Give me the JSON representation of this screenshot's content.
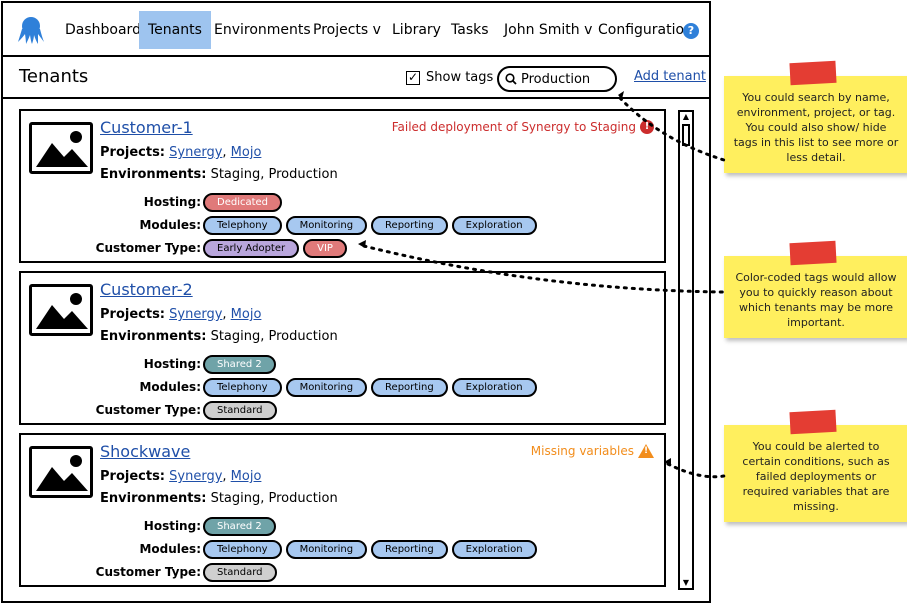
{
  "nav": {
    "items": [
      {
        "label": "Dashboard",
        "active": false
      },
      {
        "label": "Tenants",
        "active": true
      },
      {
        "label": "Environments",
        "active": false
      },
      {
        "label": "Projects v",
        "active": false
      },
      {
        "label": "Library",
        "active": false
      },
      {
        "label": "Tasks",
        "active": false
      },
      {
        "label": "John Smith v",
        "active": false
      },
      {
        "label": "Configuration",
        "active": false
      }
    ],
    "help_icon": "question-mark",
    "help_glyph": "?",
    "logo_icon": "octopus-logo"
  },
  "header": {
    "title": "Tenants",
    "show_tags_label": "Show tags",
    "show_tags_checked": true,
    "search_value": "Production",
    "add_tenant_label": "Add tenant"
  },
  "labels": {
    "projects": "Projects:",
    "environments": "Environments:",
    "hosting": "Hosting:",
    "modules": "Modules:",
    "customer_type": "Customer Type:"
  },
  "tenants": [
    {
      "name": "Customer-1",
      "projects": [
        "Synergy",
        "Mojo"
      ],
      "environments": "Staging, Production",
      "hosting": [
        {
          "label": "Dedicated",
          "color": "red"
        }
      ],
      "modules": [
        {
          "label": "Telephony",
          "color": "blue"
        },
        {
          "label": "Monitoring",
          "color": "blue"
        },
        {
          "label": "Reporting",
          "color": "blue"
        },
        {
          "label": "Exploration",
          "color": "blue"
        }
      ],
      "customer_type": [
        {
          "label": "Early Adopter",
          "color": "purple"
        },
        {
          "label": "VIP",
          "color": "red"
        }
      ],
      "alert": {
        "type": "error",
        "text": "Failed deployment of Synergy to Staging",
        "icon": "error-icon",
        "glyph": "!"
      }
    },
    {
      "name": "Customer-2",
      "projects": [
        "Synergy",
        "Mojo"
      ],
      "environments": "Staging, Production",
      "hosting": [
        {
          "label": "Shared 2",
          "color": "teal"
        }
      ],
      "modules": [
        {
          "label": "Telephony",
          "color": "blue"
        },
        {
          "label": "Monitoring",
          "color": "blue"
        },
        {
          "label": "Reporting",
          "color": "blue"
        },
        {
          "label": "Exploration",
          "color": "blue"
        }
      ],
      "customer_type": [
        {
          "label": "Standard",
          "color": "grey"
        }
      ],
      "alert": null
    },
    {
      "name": "Shockwave",
      "projects": [
        "Synergy",
        "Mojo"
      ],
      "environments": "Staging, Production",
      "hosting": [
        {
          "label": "Shared 2",
          "color": "teal"
        }
      ],
      "modules": [
        {
          "label": "Telephony",
          "color": "blue"
        },
        {
          "label": "Monitoring",
          "color": "blue"
        },
        {
          "label": "Reporting",
          "color": "blue"
        },
        {
          "label": "Exploration",
          "color": "blue"
        }
      ],
      "customer_type": [
        {
          "label": "Standard",
          "color": "grey"
        }
      ],
      "alert": {
        "type": "warning",
        "text": "Missing variables",
        "icon": "warning-icon",
        "glyph": "!"
      }
    }
  ],
  "notes": [
    {
      "text": "You could search by name, environment, project, or tag. You could also show/ hide tags in this list to see more or less detail."
    },
    {
      "text": "Color-coded tags would allow you to quickly reason about which tenants may be more important."
    },
    {
      "text": "You could be alerted to certain conditions, such as failed deployments or required variables that are missing."
    }
  ],
  "colors": {
    "accent": "#9ec4ef",
    "link": "#1f4fa8",
    "error": "#cc2d2d",
    "warning": "#f28d1c",
    "note": "#ffef5e",
    "tape": "#e43d33"
  },
  "scrollbar": {
    "up_glyph": "▲",
    "down_glyph": "▼"
  }
}
